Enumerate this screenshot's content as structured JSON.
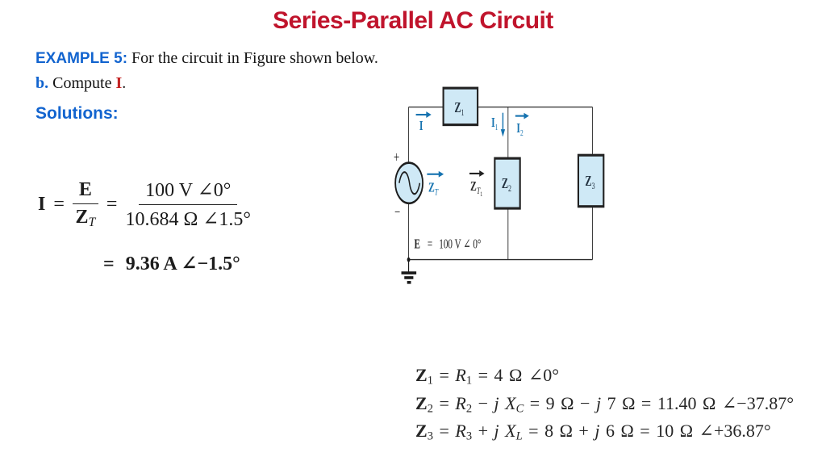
{
  "slide": {
    "title": "Series-Parallel AC Circuit",
    "example": {
      "label": "EXAMPLE 5",
      "colon": ":",
      "text": " For the circuit in Figure shown below."
    },
    "part": {
      "label": "b.",
      "text": " Compute ",
      "symbol": "I",
      "period": "."
    },
    "solutions_label": "Solutions:"
  },
  "equation": {
    "lhs": "I",
    "equals1": "=",
    "frac_symbolic": {
      "num": "E",
      "den_main": "Z",
      "den_sub": "T"
    },
    "equals2": "=",
    "frac_numeric": {
      "num": "100 V ∠0°",
      "den": "10.684 Ω ∠1.5°"
    },
    "result": {
      "equals": "=",
      "value": "9.36 A ∠−1.5°"
    }
  },
  "circuit": {
    "source": {
      "plus": "+",
      "minus": "−",
      "e_label": {
        "symbol": "E",
        "equals": "=",
        "value": "100 V ∠ 0°"
      }
    },
    "currents": {
      "I": {
        "main": "I"
      },
      "I1": {
        "main": "I",
        "sub": "1"
      },
      "I2": {
        "main": "I",
        "sub": "2"
      }
    },
    "impedance_arrows": {
      "ZT": {
        "main": "Z",
        "sub": "T"
      },
      "ZT1": {
        "main": "Z",
        "sub": "T",
        "subsub": "1"
      }
    },
    "components": {
      "Z1": {
        "main": "Z",
        "sub": "1"
      },
      "Z2": {
        "main": "Z",
        "sub": "2"
      },
      "Z3": {
        "main": "Z",
        "sub": "3"
      }
    }
  },
  "impedance_equations": {
    "z1": {
      "Z": "Z",
      "Zsub": "1",
      "eq": " = ",
      "R": "R",
      "Rsub": "1",
      "seg": " = 4 Ω ∠0°"
    },
    "z2": {
      "Z": "Z",
      "Zsub": "2",
      "eq": " = ",
      "R": "R",
      "Rsub": "2",
      "op": " − ",
      "jx": "j X",
      "Xsub": "C",
      "seg1": " = 9 Ω − ",
      "j2": "j",
      "seg2": " 7 Ω = 11.40 Ω ∠−37.87°"
    },
    "z3": {
      "Z": "Z",
      "Zsub": "3",
      "eq": " = ",
      "R": "R",
      "Rsub": "3",
      "op": " + ",
      "jx": "j X",
      "Xsub": "L",
      "seg1": " = 8 Ω + ",
      "j2": "j",
      "seg2": " 6 Ω = 10 Ω ∠+36.87°"
    }
  },
  "colors": {
    "title_red": "#c0142c",
    "accent_blue": "#1264cf",
    "symbol_red": "#c32222",
    "circuit_blue": "#1673b0",
    "component_fill": "#cfe9f6",
    "component_label": "#233240",
    "wire": "#2b2b2b"
  }
}
